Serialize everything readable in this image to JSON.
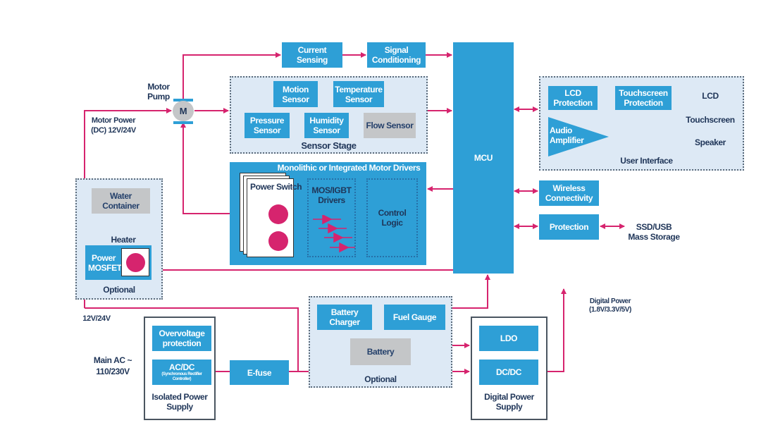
{
  "colors": {
    "block": "#2e9fd6",
    "panel": "#dde9f5",
    "wire": "#d6246e",
    "gray_block": "#c4c6c8",
    "text": "#1f3558"
  },
  "blocks": {
    "current_sensing": "Current Sensing",
    "signal_conditioning": "Signal Conditioning",
    "mcu": "MCU",
    "motion_sensor": "Motion Sensor",
    "temperature_sensor": "Temperature Sensor",
    "pressure_sensor": "Pressure Sensor",
    "humidity_sensor": "Humidity Sensor",
    "flow_sensor": "Flow Sensor",
    "sensor_stage": "Sensor Stage",
    "motor_drivers": "Monolithic or Integrated Motor Drivers",
    "power_switch": "Power Switch",
    "mos_igbt_drivers": "MOS/IGBT Drivers",
    "control_logic": "Control Logic",
    "motor_symbol": "M",
    "motor_pump": "Motor Pump",
    "motor_power": "Motor Power (DC) 12V/24V",
    "water_container": "Water Container",
    "heater": "Heater",
    "power_mosfet": "Power MOSFET",
    "optional_left": "Optional",
    "lcd_protection": "LCD Protection",
    "touchscreen_protection": "Touchscreen Protection",
    "audio_amplifier": "Audio Amplifier",
    "lcd": "LCD",
    "touchscreen": "Touchscreen",
    "speaker": "Speaker",
    "user_interface": "User Interface",
    "wireless": "Wireless Connectivity",
    "protection": "Protection",
    "ssd_usb": "SSD/USB Mass Storage",
    "v12_24": "12V/24V",
    "main_ac": "Main AC ~ 110/230V",
    "overvoltage": "Overvoltage protection",
    "acdc": "AC/DC",
    "acdc_sub": "(Synchronous Rectifier Controller)",
    "isolated_ps": "Isolated Power Supply",
    "efuse": "E-fuse",
    "battery_charger": "Battery Charger",
    "fuel_gauge": "Fuel Gauge",
    "battery": "Battery",
    "optional_battery": "Optional",
    "ldo": "LDO",
    "dcdc": "DC/DC",
    "digital_ps": "Digital Power Supply",
    "digital_power": "Digital Power (1.8V/3.3V/5V)"
  }
}
